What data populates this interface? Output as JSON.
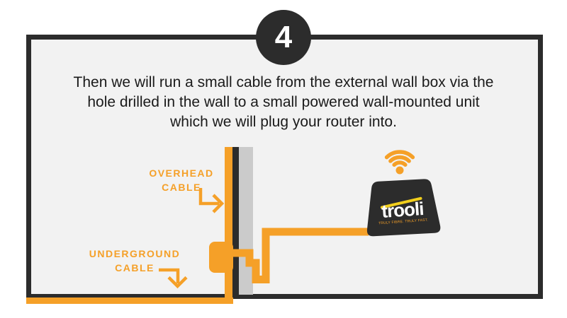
{
  "colors": {
    "accent_orange": "#F5A028",
    "dark": "#2C2C2C",
    "wall_gray": "#CBCBCB",
    "panel_bg": "#F2F2F2",
    "swoosh_yellow": "#F2CF1C",
    "text": "#1A1A1A"
  },
  "step_badge": {
    "number": "4"
  },
  "description": {
    "lines": [
      "Then we will run a small cable from the external wall box via the",
      "hole drilled in the wall to a small powered wall-mounted unit",
      "which we will plug your router into."
    ]
  },
  "diagram": {
    "labels": {
      "overhead": {
        "line1": "OVERHEAD",
        "line2": "CABLE"
      },
      "underground": {
        "line1": "UNDERGROUND",
        "line2": "CABLE"
      }
    },
    "icons": {
      "overhead_arrow": "arrow-right-icon",
      "underground_arrow": "arrow-down-icon",
      "wifi": "wifi-icon"
    },
    "router_unit": {
      "brand": "trooli",
      "tagline": "TRULY FIBRE. TRULY FAST."
    }
  }
}
